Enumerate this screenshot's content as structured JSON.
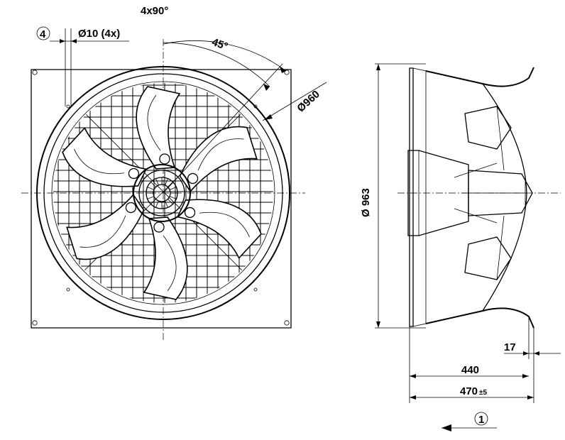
{
  "front_view": {
    "angle_total": "4x90°",
    "angle_half": "45°",
    "hole_callout": "Ø10 (4x)",
    "hole_ref": "4",
    "ring_diameter": "Ø960"
  },
  "side_view": {
    "diameter": "Ø 963",
    "offset": "17",
    "depth_inner": "440",
    "depth_total": "470",
    "depth_tolerance": "±5",
    "airflow_ref": "1"
  }
}
